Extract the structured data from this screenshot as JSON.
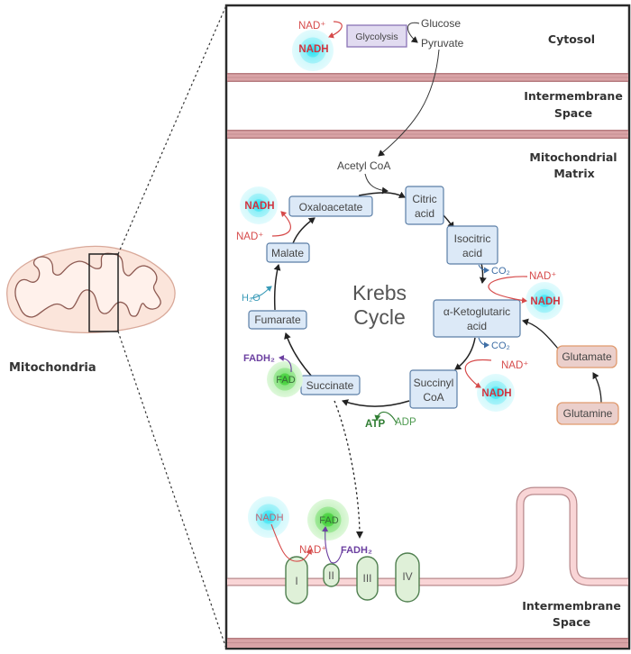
{
  "regions": {
    "cytosol": "Cytosol",
    "intermembrane_top": [
      "Intermembrane",
      "Space"
    ],
    "matrix": [
      "Mitochondrial",
      "Matrix"
    ],
    "intermembrane_bottom": [
      "Intermembrane",
      "Space"
    ]
  },
  "overview": {
    "label": "Mitochondria"
  },
  "glycolysis": {
    "box_label": "Glycolysis",
    "input": "Glucose",
    "output": "Pyruvate",
    "nad_plus": "NAD⁺",
    "nadh": "NADH"
  },
  "krebs": {
    "title": [
      "Krebs",
      "Cycle"
    ],
    "acetyl_coa": "Acetyl CoA",
    "metabolites": {
      "citric": [
        "Citric",
        "acid"
      ],
      "isocitric": [
        "Isocitric",
        "acid"
      ],
      "ketoglutaric": [
        "α-Ketoglutaric",
        "acid"
      ],
      "succinyl": [
        "Succinyl",
        "CoA"
      ],
      "succinate": "Succinate",
      "fumarate": "Fumarate",
      "malate": "Malate",
      "oxaloacetate": "Oxaloacetate"
    },
    "cofactors": {
      "nad_plus": "NAD⁺",
      "nadh": "NADH",
      "co2": "CO₂",
      "h2o": "H₂O",
      "fad": "FAD",
      "fadh2": "FADH₂",
      "atp": "ATP",
      "adp": "ADP"
    }
  },
  "anaplerosis": {
    "glutamate": "Glutamate",
    "glutamine": "Glutamine"
  },
  "etc": {
    "complexes": [
      "I",
      "II",
      "III",
      "IV"
    ],
    "nadh": "NADH",
    "nad_plus": "NAD⁺",
    "fad": "FAD",
    "fadh2": "FADH₂"
  },
  "colors": {
    "membrane": "#d9a3a6",
    "membrane_edge": "#b67c80",
    "metabolite_box": "#dce9f7",
    "nadh_text": "#d0343f",
    "nadh_glow": "#40e0f0",
    "fad_glow": "#44d23a",
    "glutamate_box": "#ebcfcb",
    "complex_fill": "#dff0d8"
  }
}
